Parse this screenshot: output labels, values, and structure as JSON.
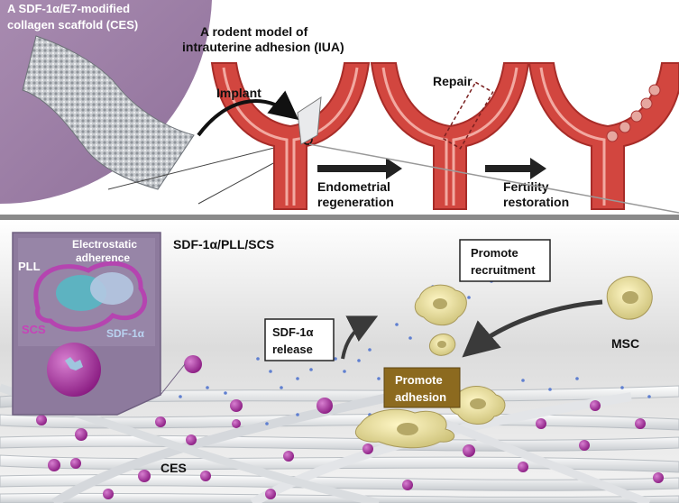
{
  "top_panel": {
    "scaffold_label_line1": "A SDF-1α/E7-modified",
    "scaffold_label_line2": "collagen scaffold (CES)",
    "model_title_line1": "A rodent model of",
    "model_title_line2": "intrauterine adhesion (IUA)",
    "implant_label": "Implant",
    "repair_label": "Repair",
    "endometrial_line1": "Endometrial",
    "endometrial_line2": "regeneration",
    "fertility_line1": "Fertility",
    "fertility_line2": "restoration"
  },
  "bottom_panel": {
    "scaffold_title": "SDF-1α/PLL/SCS",
    "inset_electrostatic_line1": "Electrostatic",
    "inset_electrostatic_line2": "adherence",
    "inset_pll": "PLL",
    "inset_scs": "SCS",
    "inset_sdf": "SDF-1α",
    "release_line1": "SDF-1α",
    "release_line2": "release",
    "recruitment_line1": "Promote",
    "recruitment_line2": "recruitment",
    "adhesion_line1": "Promote",
    "adhesion_line2": "adhesion",
    "msc_label": "MSC",
    "ces_label": "CES"
  },
  "colors": {
    "uterus_red": "#d2463f",
    "scaffold_purple": "#9c6e9f",
    "microsphere_purple": "#a3289a",
    "cell_yellow": "#e6dc96",
    "adhesion_box": "#8c6a1f",
    "divider_gray": "#8a8a8a"
  }
}
